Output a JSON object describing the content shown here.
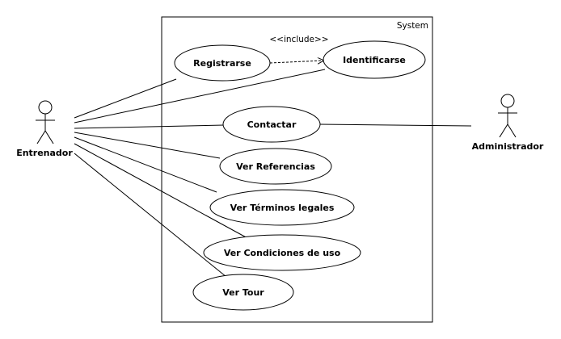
{
  "system": {
    "label": "System"
  },
  "actors": {
    "trainer": {
      "label": "Entrenador"
    },
    "admin": {
      "label": "Administrador"
    }
  },
  "use_cases": {
    "register": "Registrarse",
    "identify": "Identificarse",
    "contact": "Contactar",
    "references": "Ver Referencias",
    "terms": "Ver Términos legales",
    "conditions": "Ver Condiciones de uso",
    "tour": "Ver Tour"
  },
  "relations": {
    "include": "<<include>>"
  }
}
